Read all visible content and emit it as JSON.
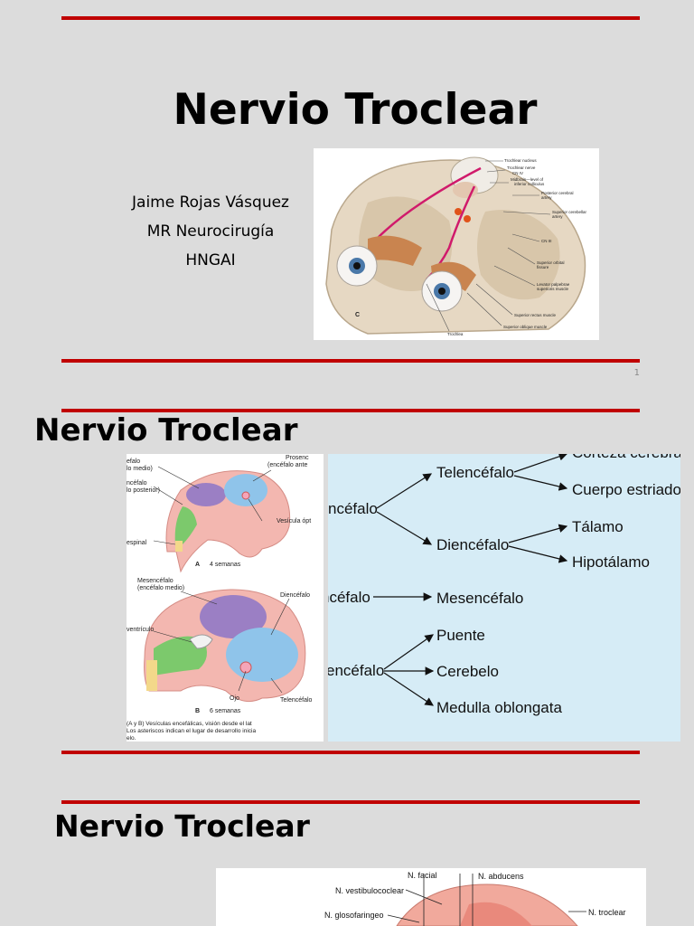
{
  "slide1": {
    "title": "Nervio Troclear",
    "author_lines": [
      "Jaime Rojas Vásquez",
      "MR Neurocirugía",
      "HNGAI"
    ],
    "slide_number": "1",
    "figure_labels": {
      "trochlear_nucleus": "Trochlear nucleus",
      "trochlear_nerve": "Trochlear nerve",
      "cn_iv": "CN IV",
      "midbrain": "Midbrain—level of",
      "inferior_colliculus": "inferior colliculus",
      "posterior_cerebral": "Posterior cerebral",
      "artery1": "artery",
      "superior_cerebellar": "Superior cerebellar",
      "artery2": "artery",
      "cn_iii": "CN III",
      "superior_orbital": "Superior orbital",
      "fissure": "fissure",
      "levator": "Levator palpebrae",
      "superioris": "superioris muscle",
      "superior_rectus": "Superior rectus muscle",
      "superior_oblique": "Superior oblique muscle",
      "trochlea": "Trochlea",
      "panel": "C"
    }
  },
  "slide2": {
    "title": "Nervio Troclear",
    "embryo_labels": {
      "l1": "efalo",
      "l2": "lo medio)",
      "l3": "ncéfalo",
      "l4": "lo posterior)",
      "l5": "espinal",
      "prosenc": "Prosenc",
      "ence_ante": "(encéfalo ante",
      "vesicula": "Vesícula ópt",
      "a_label": "A",
      "a_weeks": "4 semanas",
      "mesencefalo": "Mesencéfalo",
      "encefalo_medio": "(encéfalo medio)",
      "diencefalo": "Diencéfalo",
      "ventriculo": "ventrículo",
      "ojo": "Ojo",
      "telencefalo": "Telencéfalo",
      "b_label": "B",
      "b_weeks": "6 semanas",
      "caption1": "(A y B) Vesículas encefálicas, visión desde el lat",
      "caption2": "Los asteriscos indican el lugar de desarrollo inicia",
      "caption3": "elo."
    },
    "tree_labels": {
      "root1": "ncéfalo",
      "telencefalo": "Telencéfalo",
      "corteza": "Corteza cerebral",
      "cuerpo": "Cuerpo estriado",
      "diencefalo": "Diencéfalo",
      "talamo": "Tálamo",
      "hipotalamo": "Hipotálamo",
      "root2": "ncéfalo",
      "mesencefalo": "Mesencéfalo",
      "root3": "encéfalo",
      "puente": "Puente",
      "cerebelo": "Cerebelo",
      "medulla": "Medulla oblongata"
    }
  },
  "slide3": {
    "title": "Nervio Troclear",
    "figure_labels": {
      "facial": "N. facial",
      "abducens": "N. abducens",
      "vestibulococlear": "N. vestibulococlear",
      "glosofaringeo": "N. glosofaringeo",
      "troclear": "N. troclear"
    }
  },
  "colors": {
    "rule": "#c00000",
    "background": "#dcdcdc",
    "tree_background": "#d6ecf6"
  }
}
